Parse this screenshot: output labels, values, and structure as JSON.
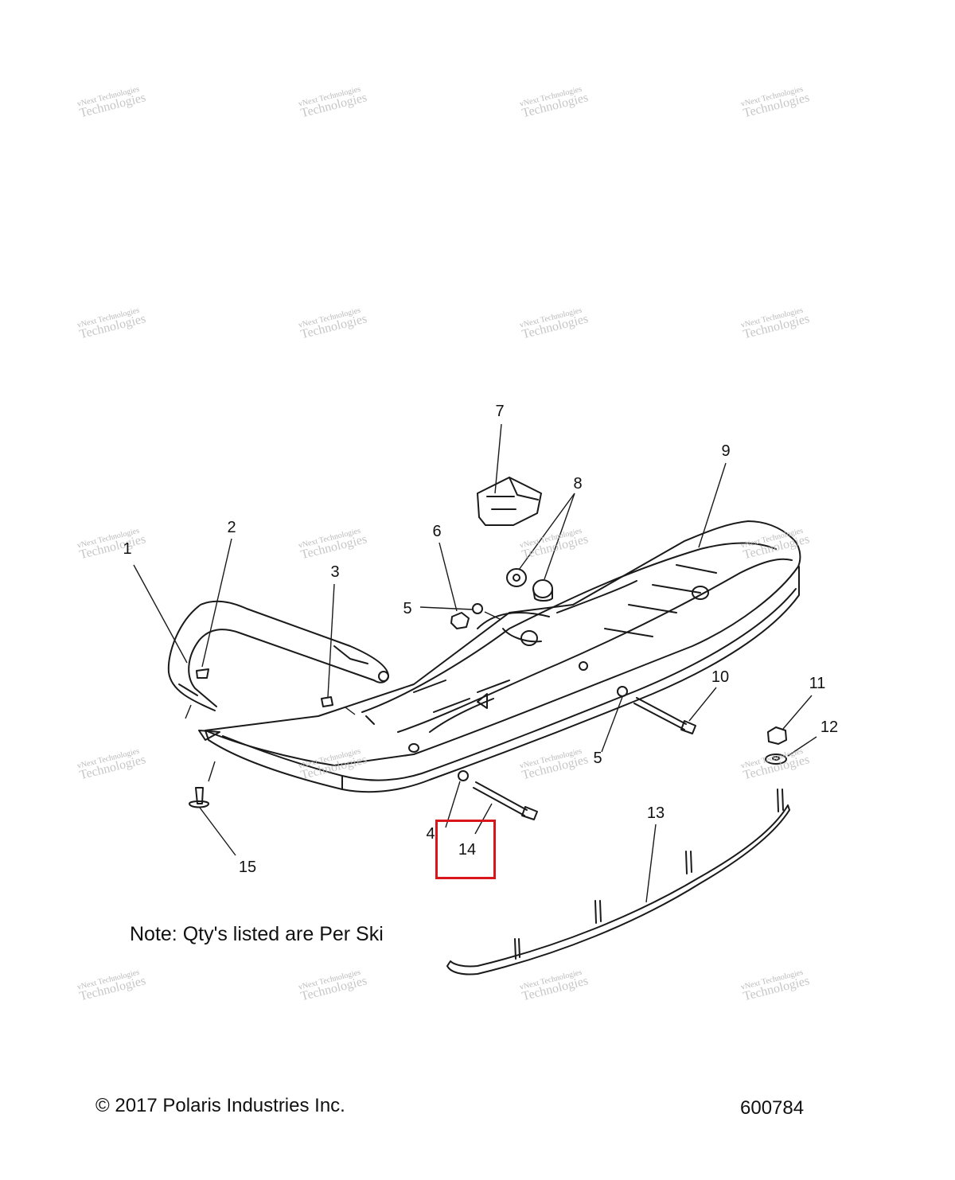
{
  "watermark": {
    "line1": "vNext Technologies",
    "line2": "Technologies"
  },
  "callouts": [
    {
      "id": "1",
      "label": "1"
    },
    {
      "id": "2",
      "label": "2"
    },
    {
      "id": "3",
      "label": "3"
    },
    {
      "id": "4",
      "label": "4"
    },
    {
      "id": "5a",
      "label": "5"
    },
    {
      "id": "5b",
      "label": "5"
    },
    {
      "id": "6",
      "label": "6"
    },
    {
      "id": "7",
      "label": "7"
    },
    {
      "id": "8",
      "label": "8"
    },
    {
      "id": "9",
      "label": "9"
    },
    {
      "id": "10",
      "label": "10"
    },
    {
      "id": "11",
      "label": "11"
    },
    {
      "id": "12",
      "label": "12"
    },
    {
      "id": "13",
      "label": "13"
    },
    {
      "id": "14",
      "label": "14"
    },
    {
      "id": "15",
      "label": "15"
    }
  ],
  "highlight": {
    "callout": "14",
    "color": "#d9161c"
  },
  "note": "Note: Qty's listed are Per Ski",
  "copyright": "© 2017 Polaris Industries Inc.",
  "part_number": "600784"
}
